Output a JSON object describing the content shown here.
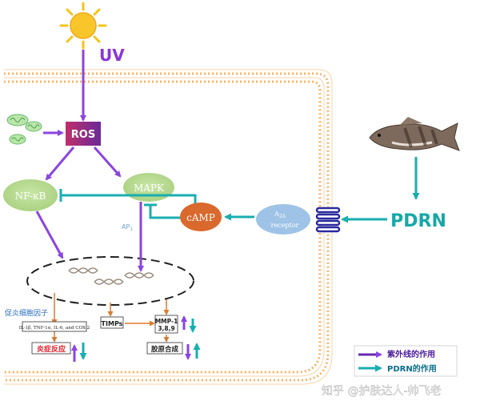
{
  "labels": {
    "uv": "UV",
    "ros": "ROS",
    "nfkb": "NF-κB",
    "mapk": "MAPK",
    "camp": "cAMP",
    "a2a_main": "A",
    "a2a_sub": "2A",
    "a2a_receptor": "receptor",
    "pdrn": "PDRN",
    "ap1": "AP",
    "ap1_sub": "1",
    "pro_inflam_title": "促炎细胞因子",
    "cytokines": "IL-1β, TNF-1α, IL-6, and COX-2",
    "inflammation": "炎症反应",
    "timps": "TIMPs",
    "mmp": "MMP-1",
    "mmp_sub": "3,8,9",
    "collagen": "胶原合成"
  },
  "legend": {
    "uv_effect": "紫外线的作用",
    "pdrn_effect": "PDRN的作用"
  },
  "watermark": "知乎 @护肤达人-帅飞老",
  "colors": {
    "purple": "#8b45e0",
    "teal": "#1aaeb0",
    "membrane": "#f5b56b",
    "node_green": "#b7db91",
    "camp_orange": "#d9692c",
    "receptor_blue": "#9ec3e6",
    "pdrn_text": "#15a8a8",
    "uv_text": "#8b35d8",
    "inflam_red": "#e0202a"
  },
  "icons": [
    "sun-icon",
    "mitochondria-icon",
    "fish-icon",
    "dna-icon",
    "receptor-coil-icon"
  ]
}
